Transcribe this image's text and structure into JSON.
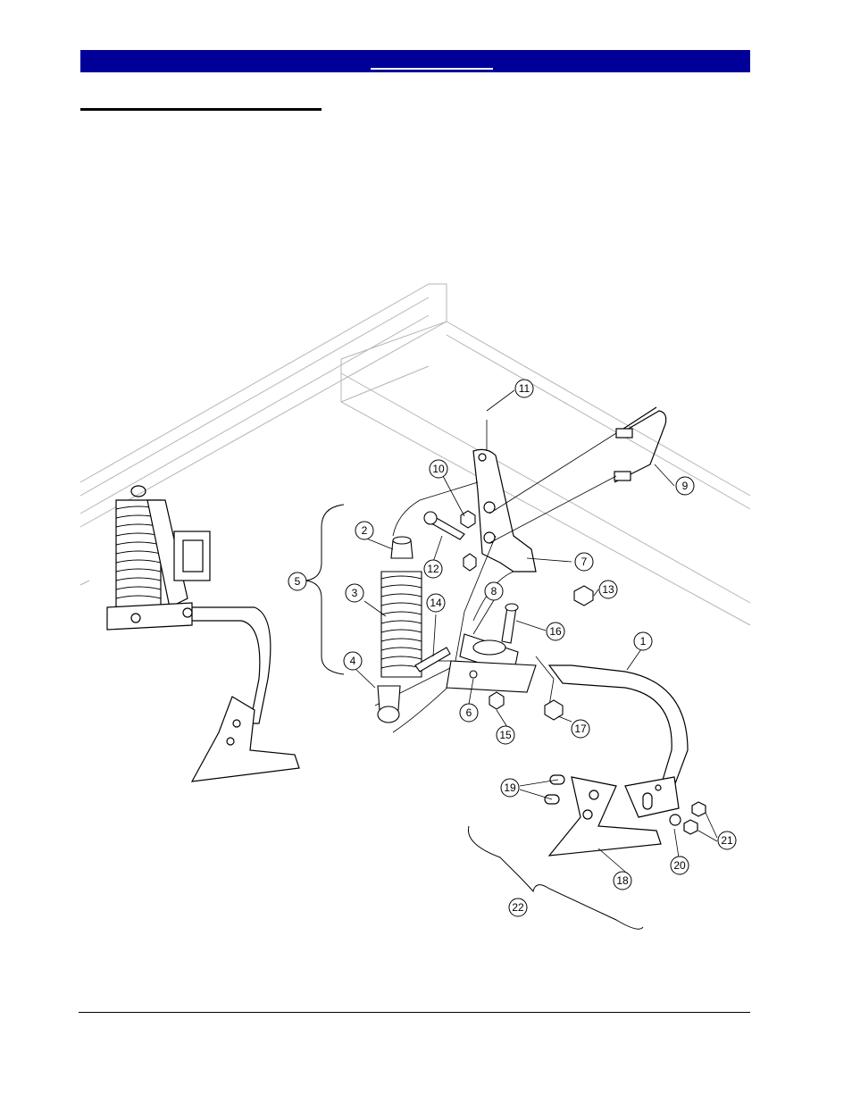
{
  "header": {
    "accent": "#000099"
  },
  "diagram": {
    "callouts": [
      {
        "id": "1",
        "label": "1"
      },
      {
        "id": "2",
        "label": "2"
      },
      {
        "id": "3",
        "label": "3"
      },
      {
        "id": "4",
        "label": "4"
      },
      {
        "id": "5",
        "label": "5"
      },
      {
        "id": "6",
        "label": "6"
      },
      {
        "id": "7",
        "label": "7"
      },
      {
        "id": "8",
        "label": "8"
      },
      {
        "id": "9",
        "label": "9"
      },
      {
        "id": "10",
        "label": "10"
      },
      {
        "id": "11",
        "label": "11"
      },
      {
        "id": "12",
        "label": "12"
      },
      {
        "id": "13",
        "label": "13"
      },
      {
        "id": "14",
        "label": "14"
      },
      {
        "id": "15",
        "label": "15"
      },
      {
        "id": "16",
        "label": "16"
      },
      {
        "id": "17",
        "label": "17"
      },
      {
        "id": "18",
        "label": "18"
      },
      {
        "id": "19",
        "label": "19"
      },
      {
        "id": "20",
        "label": "20"
      },
      {
        "id": "21",
        "label": "21"
      },
      {
        "id": "22",
        "label": "22"
      }
    ]
  }
}
